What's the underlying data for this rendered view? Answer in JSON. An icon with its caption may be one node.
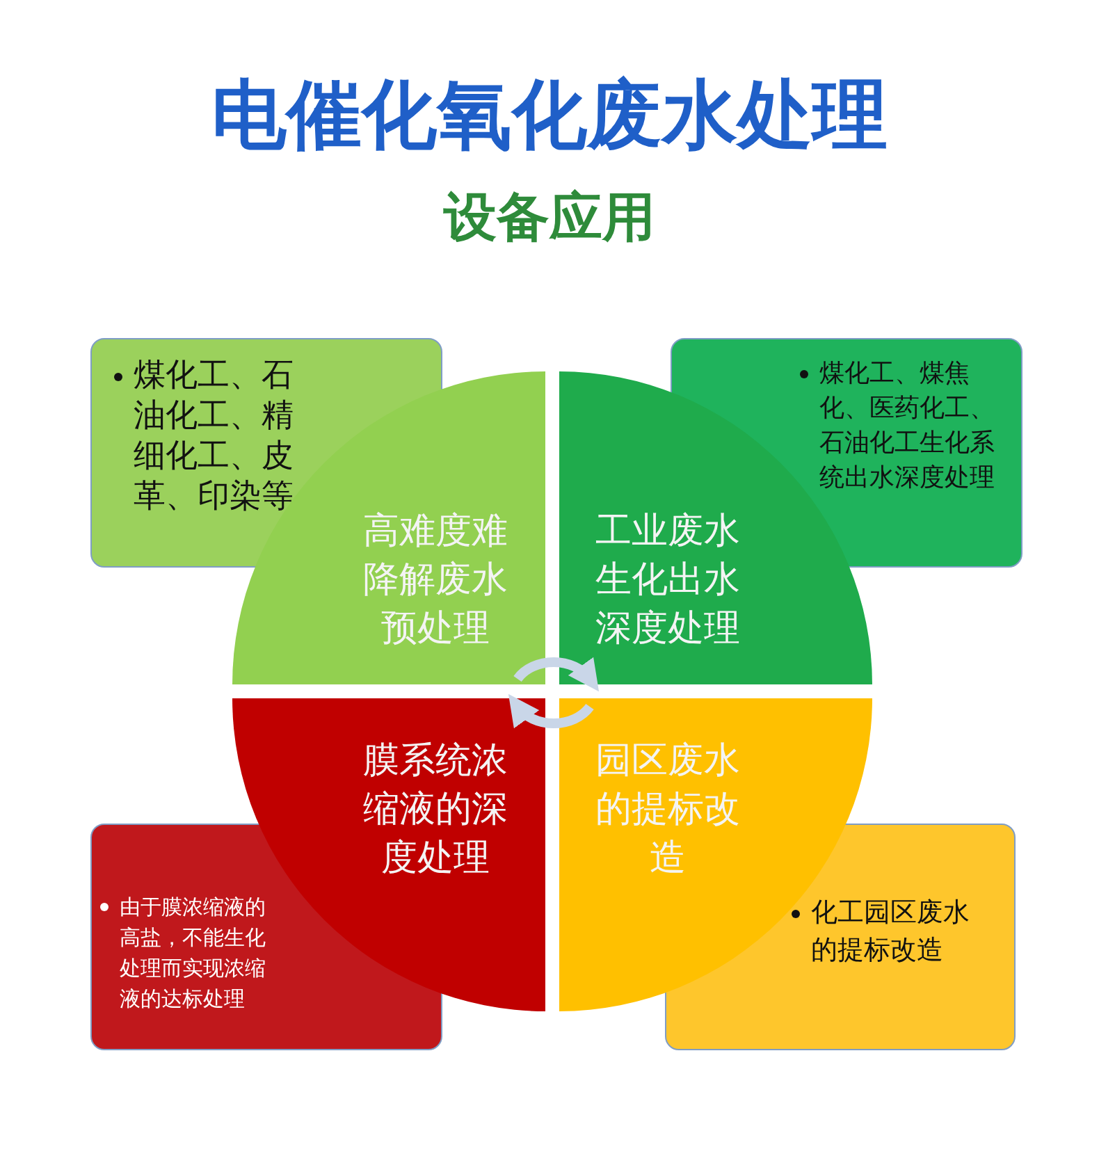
{
  "diagram": {
    "title": "电催化氧化废水处理",
    "nodes": [
      {
        "text": [
          "煤化工、石油化工、精细化工、皮革、印染等"
        ]
      },
      {
        "text": [
          "煤化工、煤焦化、医药化工、石油化工生化系统出水深度处理"
        ]
      },
      {
        "text": [
          "高难度难降解废水预处理"
        ]
      },
      {
        "text": [
          "工业废水生化出水深度处理"
        ]
      },
      {
        "text": [
          "膜系统浓缩液的深度处理"
        ]
      },
      {
        "text": [
          "园区废水的提标改造"
        ]
      },
      {
        "text": [
          "由于膜浓缩液的高盐，不能生化处理而实现浓缩液的达标处理"
        ]
      },
      {
        "text": [
          "化工园区废水的提标改造"
        ]
      }
    ],
    "edges": [
      {
        "from": 2,
        "to": 3,
        "arrow": "to"
      },
      {
        "from": 5,
        "to": 4,
        "arrow": "to"
      }
    ],
    "labels": [
      "设备应用"
    ]
  }
}
